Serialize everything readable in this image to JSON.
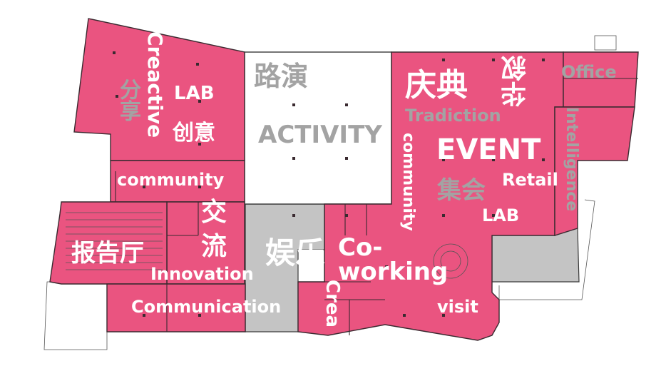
{
  "labels": {
    "creactive": "Creactive",
    "fenxiang": "分享",
    "lab_top": "LAB",
    "chuangyi": "创意",
    "luyan": "路演",
    "activity": "ACTIVITY",
    "qingdian": "庆典",
    "huaxu": "华叙",
    "office": "Office",
    "tradiction": "Tradiction",
    "event": "EVENT",
    "intelligence": "Intelligence",
    "community_left": "community",
    "community_vertical": "community",
    "jihui": "集会",
    "retail": "Retail",
    "lab_right": "LAB",
    "jiao": "交",
    "liu": "流",
    "baogaoting": "报告厅",
    "yule": "娱乐",
    "co": "Co-",
    "working": "working",
    "innovation": "Innovation",
    "communication": "Communication",
    "crea": "Crea",
    "visit": "visit"
  },
  "colors": {
    "zone_pink": "#ea5480",
    "zone_gray": "#c4c4c4",
    "label_white": "#ffffff",
    "label_gray": "#a3a3a3"
  }
}
